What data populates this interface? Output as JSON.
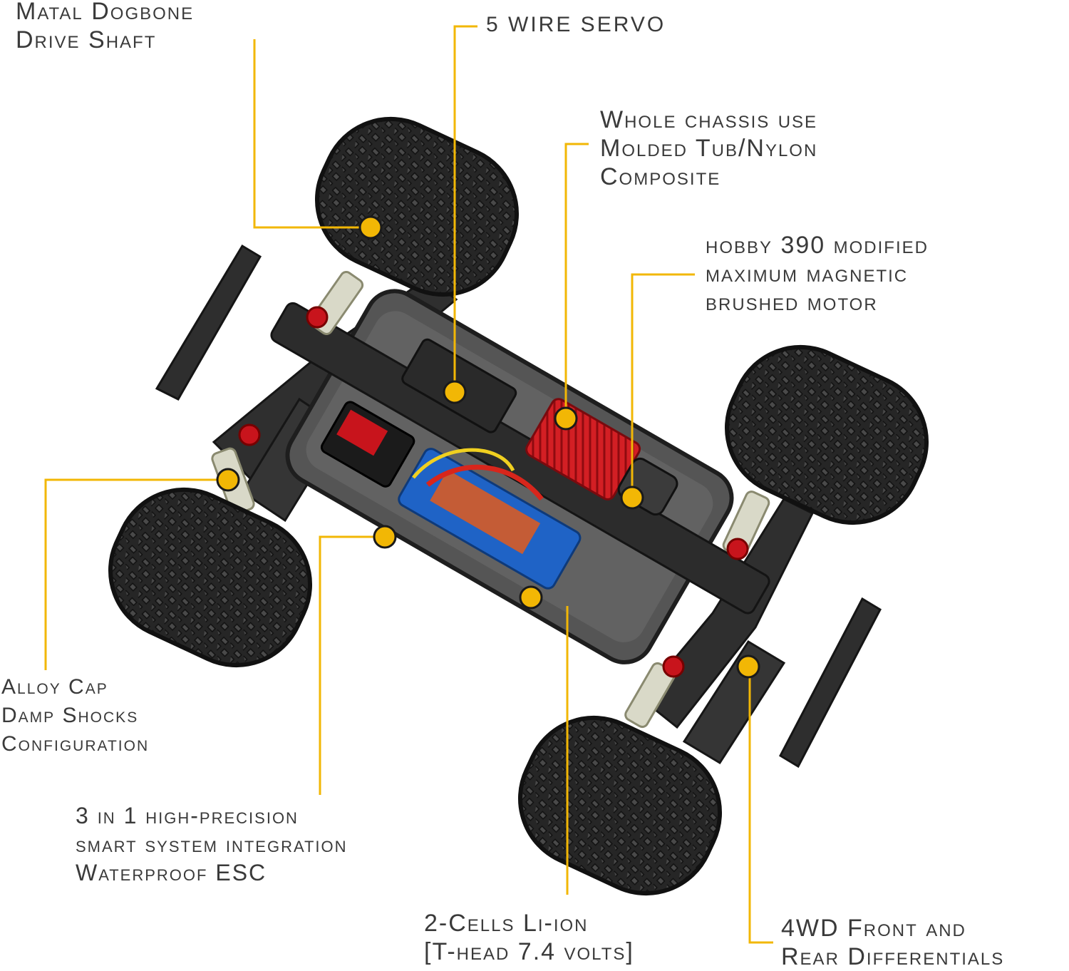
{
  "labels": {
    "dogbone": [
      "Matal Dogbone",
      "Drive Shaft"
    ],
    "servo": [
      "5 WIRE SERVO"
    ],
    "chassis": [
      "Whole chassis use",
      "Molded Tub/Nylon",
      "Composite"
    ],
    "motor": [
      "hobby 390 modified",
      "maximum magnetic",
      "brushed motor"
    ],
    "shocks": [
      "Alloy Cap",
      "Damp Shocks",
      "Configuration"
    ],
    "esc": [
      "3 in 1 high-precision",
      "smart system integration",
      "Waterproof ESC"
    ],
    "battery": [
      "2-Cells Li-ion",
      "[T-head 7.4 volts]"
    ],
    "differentials": [
      "4WD Front and",
      "Rear Differentials"
    ]
  },
  "colors": {
    "accent": "#f2b705",
    "text": "#3a3a3a",
    "tire": "#2b2b2b",
    "chassis": "#3a3a3a",
    "motor_red": "#c8141c",
    "battery_blue": "#1f63c6"
  }
}
